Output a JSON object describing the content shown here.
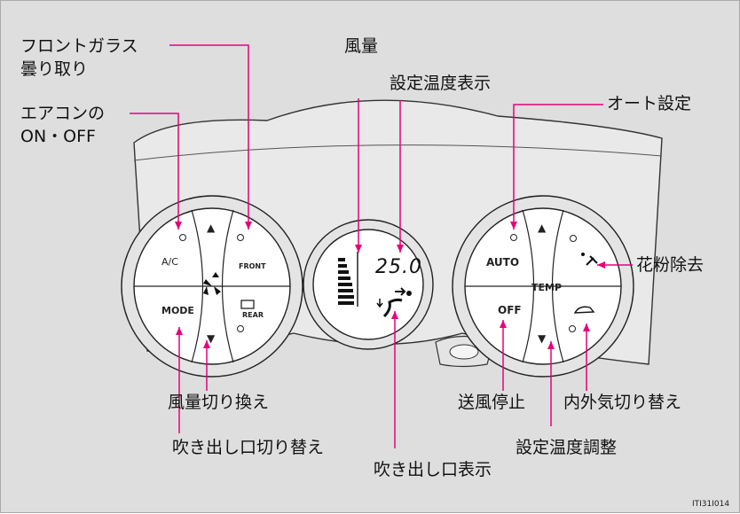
{
  "labels": {
    "front_defog_1": "フロントガラス",
    "front_defog_2": "曇り取り",
    "ac_1": "エアコンの",
    "ac_2": "ON・OFF",
    "fan_speed": "風量",
    "set_temp_display": "設定温度表示",
    "auto": "オート設定",
    "pollen": "花粉除去",
    "fan_switch": "風量切り換え",
    "vent_select": "吹き出し口切り替え",
    "vent_display": "吹き出し口表示",
    "fan_off": "送風停止",
    "recirc": "内外気切り替え",
    "temp_adjust": "設定温度調整",
    "figure_id": "ITI31I014"
  },
  "buttons": {
    "ac": "A/C",
    "mode": "MODE",
    "front": "FRONT",
    "rear": "REAR",
    "auto": "AUTO",
    "temp": "TEMP",
    "off": "OFF",
    "up": "▲",
    "down": "▼"
  },
  "display": {
    "temperature": "25.0"
  },
  "colors": {
    "background": "#dedede",
    "leader_line": "#e8007a",
    "panel": "#e4e4e4",
    "knob_face": "#ffffff"
  }
}
